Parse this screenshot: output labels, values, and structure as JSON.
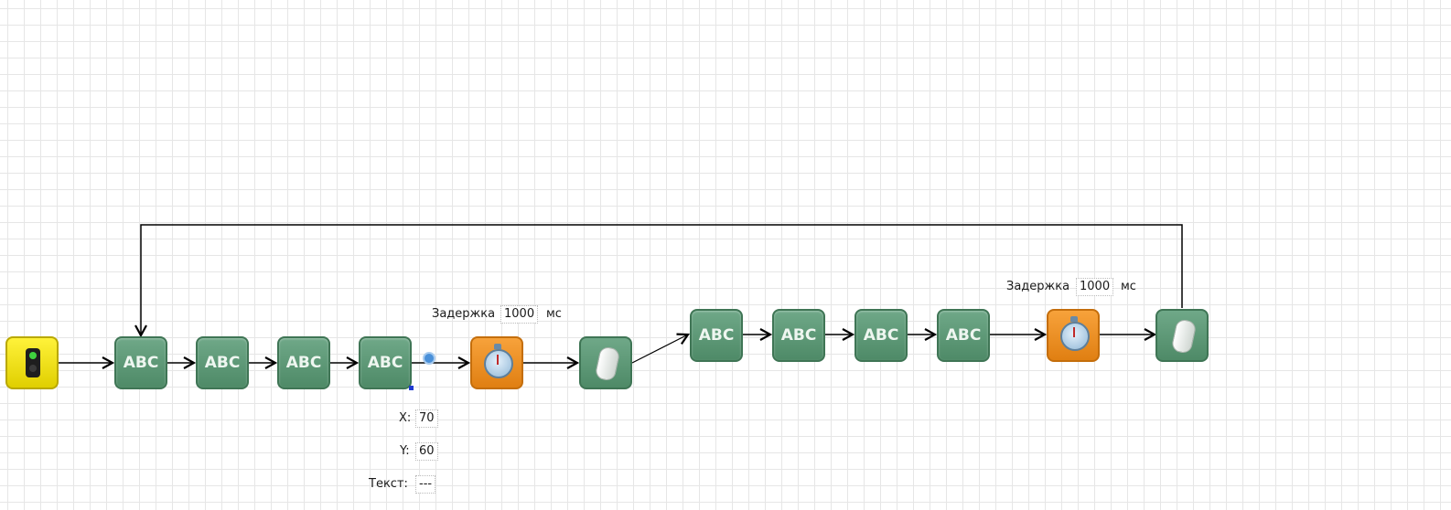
{
  "diagram": {
    "blocks": [
      {
        "id": "start",
        "type": "start",
        "icon": "traffic-light-icon"
      },
      {
        "id": "abc1",
        "type": "text",
        "label": "ABC"
      },
      {
        "id": "abc2",
        "type": "text",
        "label": "ABC"
      },
      {
        "id": "abc3",
        "type": "text",
        "label": "ABC"
      },
      {
        "id": "abc4",
        "type": "text",
        "label": "ABC"
      },
      {
        "id": "delay1",
        "type": "delay",
        "icon": "stopwatch-icon"
      },
      {
        "id": "mouse1",
        "type": "mouse-click",
        "icon": "mouse-icon"
      },
      {
        "id": "abc5",
        "type": "text",
        "label": "ABC"
      },
      {
        "id": "abc6",
        "type": "text",
        "label": "ABC"
      },
      {
        "id": "abc7",
        "type": "text",
        "label": "ABC"
      },
      {
        "id": "abc8",
        "type": "text",
        "label": "ABC"
      },
      {
        "id": "delay2",
        "type": "delay",
        "icon": "stopwatch-icon"
      },
      {
        "id": "mouse2",
        "type": "mouse-click",
        "icon": "mouse-icon"
      }
    ],
    "delay1": {
      "label": "Задержка",
      "value": "1000",
      "unit": "мс"
    },
    "delay2": {
      "label": "Задержка",
      "value": "1000",
      "unit": "мс"
    },
    "selected_props": {
      "x_label": "X:",
      "x_value": "70",
      "y_label": "Y:",
      "y_value": "60",
      "text_label": "Текст:",
      "text_value": "---"
    },
    "colors": {
      "text_block": "#5a9674",
      "start_block": "#f2e21a",
      "delay_block": "#ee8f22",
      "wire": "#000000",
      "grid": "#e6e6e6"
    }
  }
}
